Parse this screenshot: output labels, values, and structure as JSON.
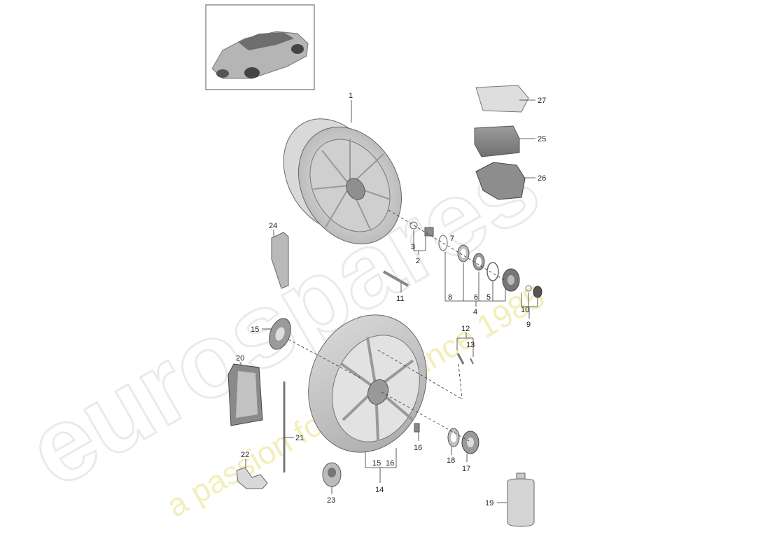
{
  "watermark": {
    "brand": "eurospares",
    "tagline": "a passion for parts since 1985"
  },
  "callouts": [
    {
      "id": "c1",
      "text": "1"
    },
    {
      "id": "c2",
      "text": "2"
    },
    {
      "id": "c3",
      "text": "3"
    },
    {
      "id": "c4",
      "text": "4"
    },
    {
      "id": "c5",
      "text": "5"
    },
    {
      "id": "c6",
      "text": "6"
    },
    {
      "id": "c7",
      "text": "7"
    },
    {
      "id": "c8",
      "text": "8"
    },
    {
      "id": "c9",
      "text": "9"
    },
    {
      "id": "c10",
      "text": "10"
    },
    {
      "id": "c11",
      "text": "11"
    },
    {
      "id": "c12",
      "text": "12"
    },
    {
      "id": "c13",
      "text": "13"
    },
    {
      "id": "c14",
      "text": "14"
    },
    {
      "id": "c15a",
      "text": "15"
    },
    {
      "id": "c15b",
      "text": "15"
    },
    {
      "id": "c16a",
      "text": "16"
    },
    {
      "id": "c16b",
      "text": "16"
    },
    {
      "id": "c17",
      "text": "17"
    },
    {
      "id": "c18",
      "text": "18"
    },
    {
      "id": "c19",
      "text": "19"
    },
    {
      "id": "c20",
      "text": "20"
    },
    {
      "id": "c21",
      "text": "21"
    },
    {
      "id": "c22",
      "text": "22"
    },
    {
      "id": "c23",
      "text": "23"
    },
    {
      "id": "c24",
      "text": "24"
    },
    {
      "id": "c25",
      "text": "25"
    },
    {
      "id": "c26",
      "text": "26"
    },
    {
      "id": "c27",
      "text": "27"
    }
  ],
  "colors": {
    "part_light": "#e6e6e6",
    "part_mid": "#bdbdbd",
    "part_dark": "#8a8a8a",
    "watermark_grey": "#ececec",
    "watermark_yellow": "#f3f0b0"
  }
}
